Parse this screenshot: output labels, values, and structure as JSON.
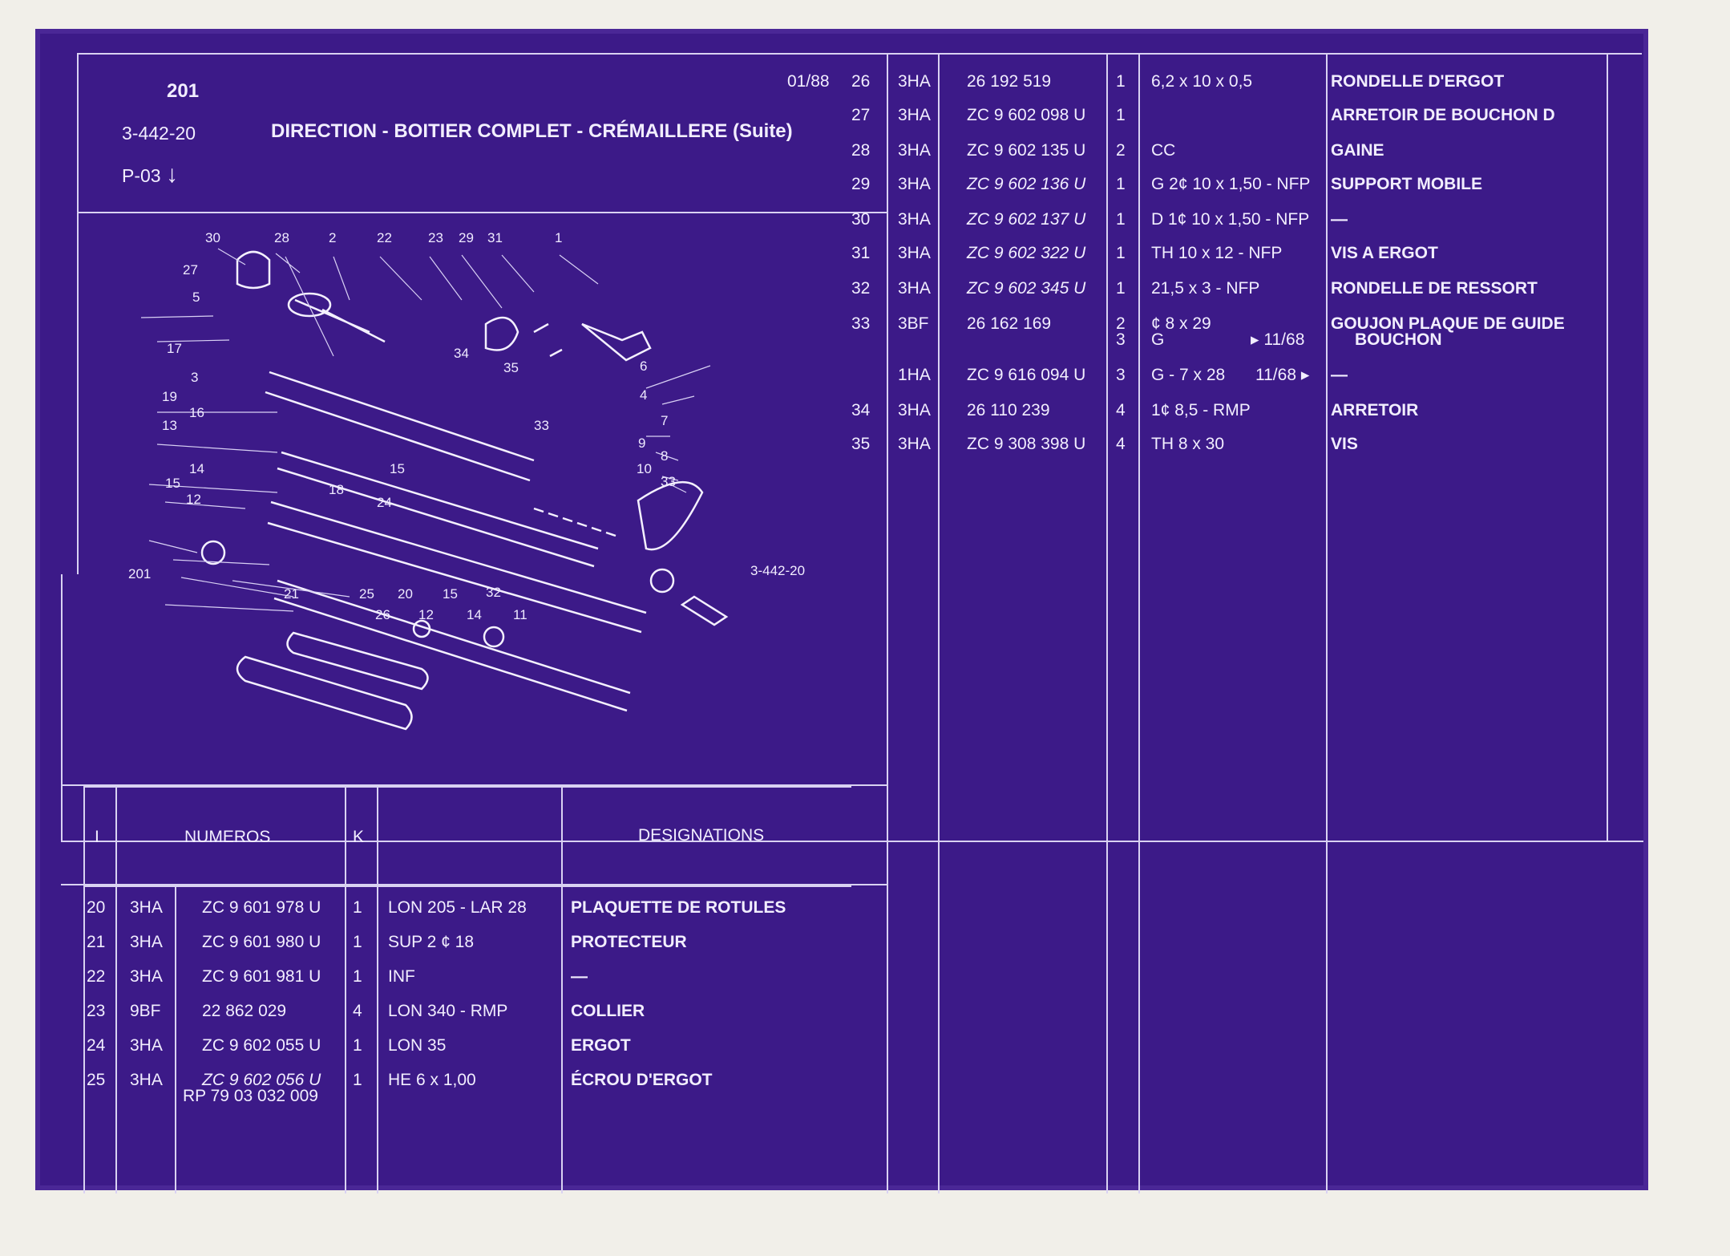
{
  "header": {
    "plate_number": "201",
    "group_code": "3-442-20",
    "title": "DIRECTION - BOITIER COMPLET - CRÉMAILLERE (Suite)",
    "page_ref": "P-03",
    "page_arrow": "↓",
    "date": "01/88"
  },
  "figure": {
    "caption_left": "201",
    "caption_right": "3-442-20",
    "callouts": [
      "30",
      "28",
      "2",
      "22",
      "23",
      "29",
      "31",
      "1",
      "27",
      "5",
      "17",
      "34",
      "35",
      "3",
      "6",
      "19",
      "4",
      "16",
      "13",
      "7",
      "33",
      "9",
      "8",
      "14",
      "15",
      "10",
      "33",
      "15",
      "18",
      "24",
      "12",
      "21",
      "25",
      "20",
      "15",
      "32",
      "26",
      "12",
      "14",
      "11"
    ]
  },
  "table_header": {
    "col_i": "I",
    "col_numeros": "NUMEROS",
    "col_k": "K",
    "col_designations": "DESIGNATIONS"
  },
  "left_rows": [
    {
      "i": "20",
      "grp": "3HA",
      "num": "ZC 9 601 978 U",
      "k": "1",
      "spec": "LON 205 - LAR 28",
      "des": "PLAQUETTE DE ROTULES"
    },
    {
      "i": "21",
      "grp": "3HA",
      "num": "ZC 9 601 980 U",
      "k": "1",
      "spec": "SUP 2 ¢ 18",
      "des": "PROTECTEUR"
    },
    {
      "i": "22",
      "grp": "3HA",
      "num": "ZC 9 601 981 U",
      "k": "1",
      "spec": "INF",
      "des": "—"
    },
    {
      "i": "23",
      "grp": "9BF",
      "num": "22 862 029",
      "k": "4",
      "spec": "LON 340 - RMP",
      "des": "COLLIER"
    },
    {
      "i": "24",
      "grp": "3HA",
      "num": "ZC 9 602 055 U",
      "k": "1",
      "spec": "LON 35",
      "des": "ERGOT"
    },
    {
      "i": "25",
      "grp": "3HA",
      "num": "ZC 9 602 056 U",
      "num2": "RP 79 03 032 009",
      "k": "1",
      "spec": "HE 6 x 1,00",
      "des": "ÉCROU D'ERGOT"
    }
  ],
  "right_rows": [
    {
      "i": "26",
      "grp": "3HA",
      "num": "26 192 519",
      "k": "1",
      "spec": "6,2 x 10 x 0,5",
      "date": "",
      "des": "RONDELLE D'ERGOT"
    },
    {
      "i": "27",
      "grp": "3HA",
      "num": "ZC 9 602 098 U",
      "k": "1",
      "spec": "",
      "date": "",
      "des": "ARRETOIR DE BOUCHON D"
    },
    {
      "i": "28",
      "grp": "3HA",
      "num": "ZC 9 602 135 U",
      "k": "2",
      "spec": "CC",
      "date": "",
      "des": "GAINE"
    },
    {
      "i": "29",
      "grp": "3HA",
      "num": "ZC 9 602 136 U",
      "k": "1",
      "spec": "G 2¢ 10 x 1,50 - NFP",
      "date": "",
      "des": "SUPPORT MOBILE"
    },
    {
      "i": "30",
      "grp": "3HA",
      "num": "ZC 9 602 137 U",
      "k": "1",
      "spec": "D 1¢ 10 x 1,50 - NFP",
      "date": "",
      "des": "—"
    },
    {
      "i": "31",
      "grp": "3HA",
      "num": "ZC 9 602 322 U",
      "k": "1",
      "spec": "TH 10 x 12 - NFP",
      "date": "",
      "des": "VIS A ERGOT"
    },
    {
      "i": "32",
      "grp": "3HA",
      "num": "ZC 9 602 345 U",
      "k": "1",
      "spec": "21,5 x 3 - NFP",
      "date": "",
      "des": "RONDELLE DE RESSORT"
    },
    {
      "i": "33",
      "grp": "3BF",
      "num": "26 162 169",
      "k": "2",
      "k2": "3",
      "spec": "¢ 8 x 29",
      "spec2": "G",
      "date": "▸ 11/68",
      "des": "GOUJON PLAQUE DE GUIDE",
      "des2": "BOUCHON"
    },
    {
      "i": "",
      "grp": "1HA",
      "num": "ZC 9 616 094 U",
      "k": "3",
      "spec": "G - 7 x 28",
      "date": "11/68 ▸",
      "des": "—"
    },
    {
      "i": "34",
      "grp": "3HA",
      "num": "26 110 239",
      "k": "4",
      "spec": "1¢ 8,5 - RMP",
      "date": "",
      "des": "ARRETOIR"
    },
    {
      "i": "35",
      "grp": "3HA",
      "num": "ZC 9 308 398 U",
      "k": "4",
      "spec": "TH 8 x 30",
      "date": "",
      "des": "VIS"
    }
  ]
}
